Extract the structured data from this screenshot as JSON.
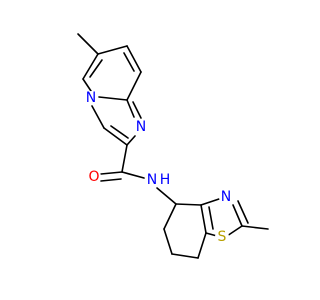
{
  "molecule": {
    "atoms": {
      "n_bridge": {
        "symbol": "N",
        "color": "#0000ff"
      },
      "n_imidazole": {
        "symbol": "N",
        "color": "#0000ff"
      },
      "o_carbonyl": {
        "symbol": "O",
        "color": "#ff0000"
      },
      "nh_amide": {
        "symbol": "N",
        "color": "#0000ff"
      },
      "h_amide": {
        "symbol": "H",
        "color": "#0000ff"
      },
      "n_thiazole": {
        "symbol": "N",
        "color": "#0000ff"
      },
      "s_thiazole": {
        "symbol": "S",
        "color": "#b8a000"
      }
    }
  }
}
